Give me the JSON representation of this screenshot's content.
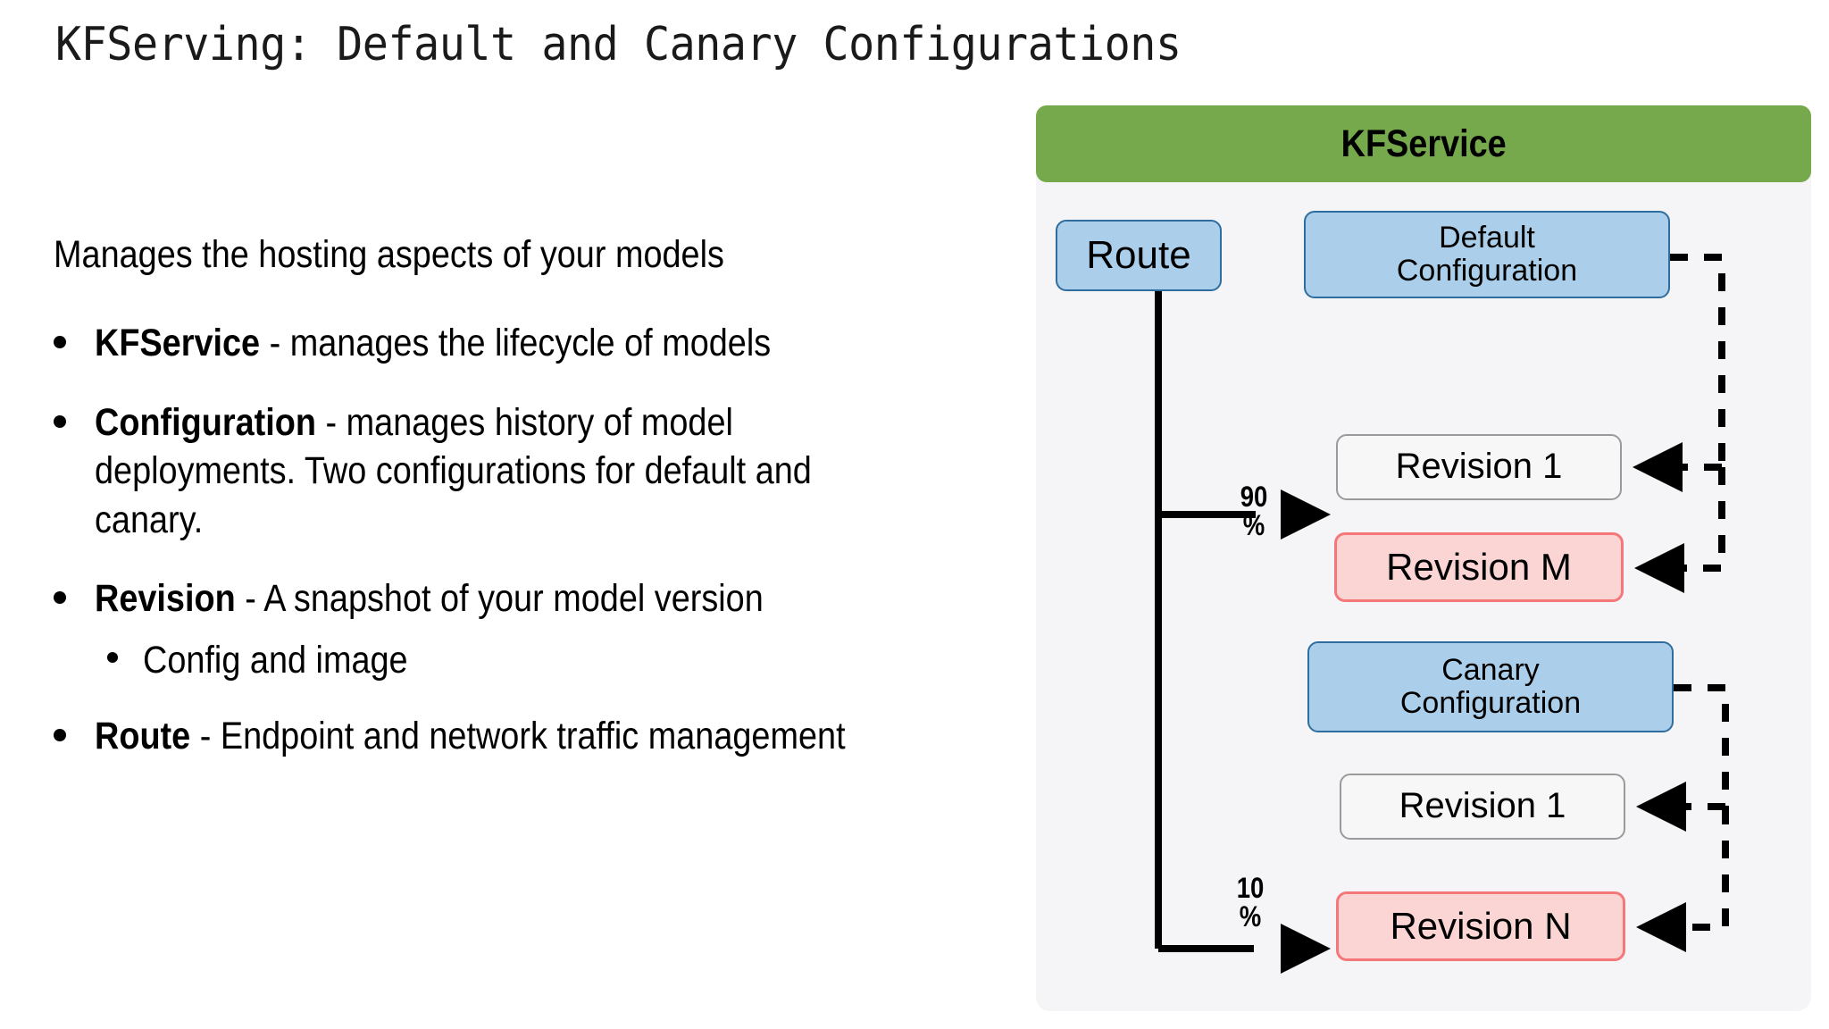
{
  "slide": {
    "title": "KFServing: Default and Canary Configurations",
    "lead": "Manages the hosting aspects of your models",
    "bullets": [
      {
        "term": "KFService",
        "rest": " - manages the lifecycle of models"
      },
      {
        "term": "Configuration",
        "rest": " - manages history of model deployments. Two configurations for default and canary."
      },
      {
        "term": "Revision",
        "rest": " - A snapshot of your model version"
      },
      {
        "term": "",
        "rest": "Config and image"
      },
      {
        "term": "Route",
        "rest": " - Endpoint and network traffic management"
      }
    ]
  },
  "diagram": {
    "header": "KFService",
    "nodes": {
      "route": "Route",
      "default_config_line1": "Default",
      "default_config_line2": "Configuration",
      "default_revision_1": "Revision 1",
      "revision_m": "Revision M",
      "canary_config_line1": "Canary",
      "canary_config_line2": "Configuration",
      "canary_revision_1": "Revision 1",
      "revision_n": "Revision N"
    },
    "traffic": {
      "default_value": "90",
      "default_unit": "%",
      "canary_value": "10",
      "canary_unit": "%"
    },
    "colors": {
      "header_green": "#76a94c",
      "config_blue": "#abcfeb",
      "config_blue_border": "#2e6d9e",
      "revision_gray": "#f7f7f7",
      "revision_gray_border": "#9a9a9a",
      "revision_pink": "#fbd4d4",
      "revision_pink_border": "#f4777a",
      "panel_bg": "#f5f4f6",
      "connector": "#000000"
    }
  }
}
